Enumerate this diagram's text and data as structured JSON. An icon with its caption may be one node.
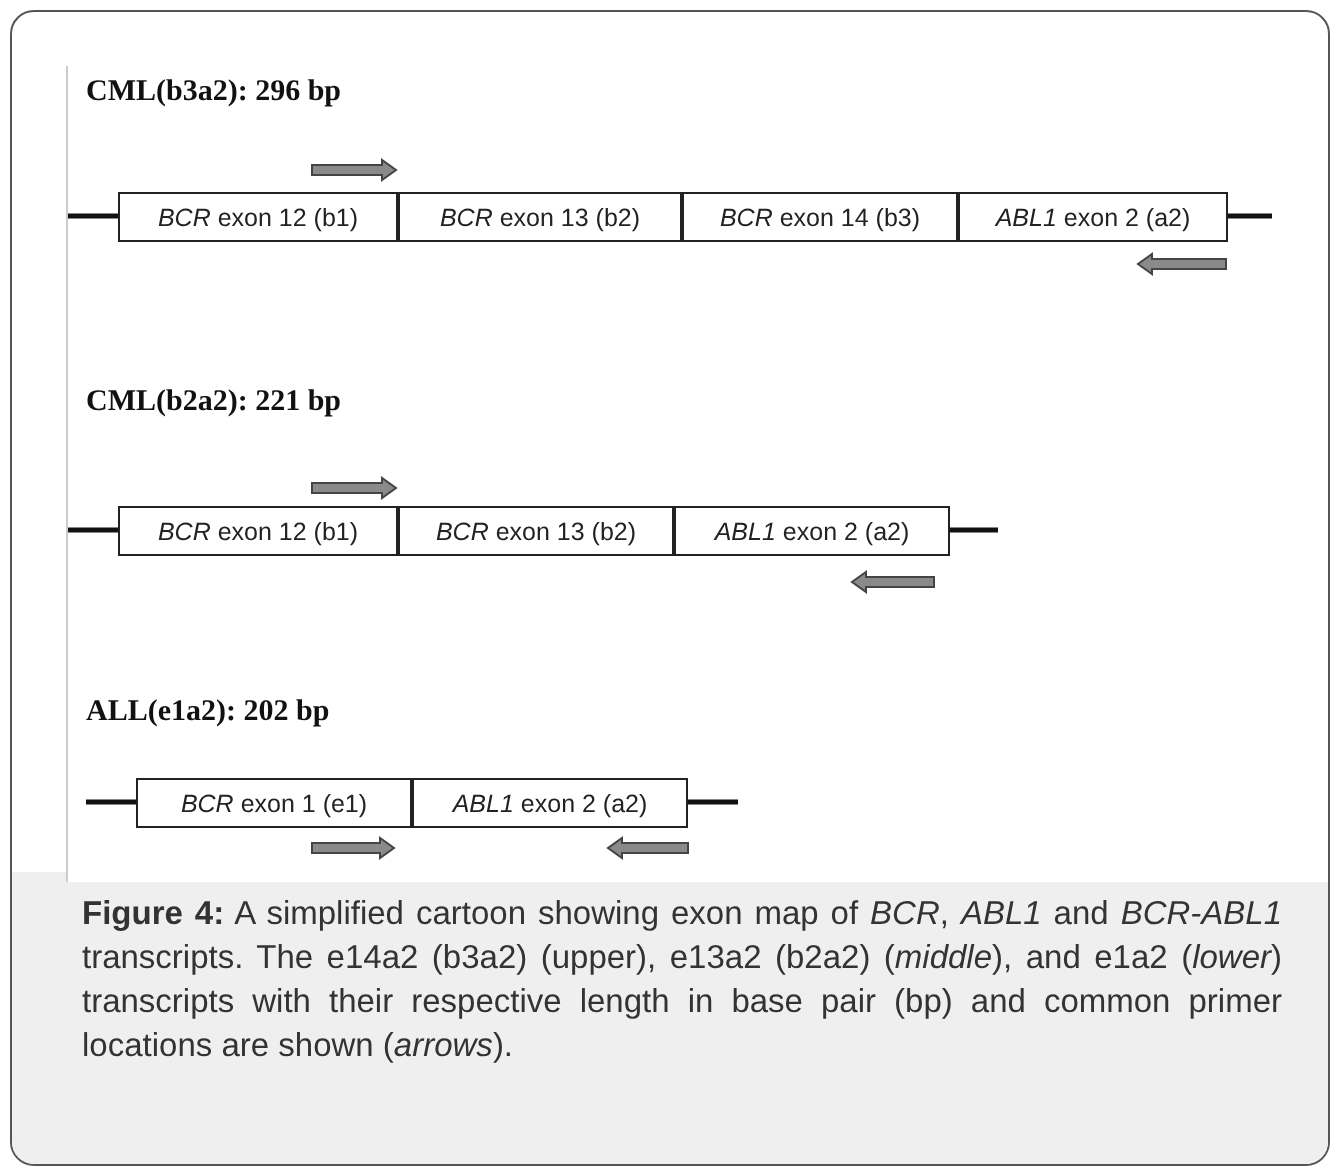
{
  "diagram": {
    "caption": "**Figure 4:** A simplified cartoon showing exon map of *BCR*, *ABL1* and *BCR-ABL1* transcripts. The e14a2 (b3a2) (upper), e13a2 (b2a2) (*middle*), and e1a2 (*lower*) transcripts with their respective length in base pair (bp) and common primer locations are shown (*arrows*).",
    "nodes": [
      {
        "text": [
          "*BCR* exon 12 (b1)"
        ]
      },
      {
        "text": [
          "*BCR* exon 13 (b2)"
        ]
      },
      {
        "text": [
          "*BCR* exon 14 (b3)"
        ]
      },
      {
        "text": [
          "*ABL1* exon 2 (a2)"
        ]
      },
      {
        "text": [
          "*BCR* exon 12 (b1)"
        ]
      },
      {
        "text": [
          "*BCR* exon 13 (b2)"
        ]
      },
      {
        "text": [
          "*ABL1* exon 2 (a2)"
        ]
      },
      {
        "text": [
          "*BCR* exon 1 (e1)"
        ]
      },
      {
        "text": [
          "*ABL1* exon 2 (a2)"
        ]
      }
    ],
    "labels": [
      "CML(b3a2): 296 bp",
      "CML(b2a2): 221 bp",
      "ALL(e1a2): 202 bp"
    ]
  }
}
